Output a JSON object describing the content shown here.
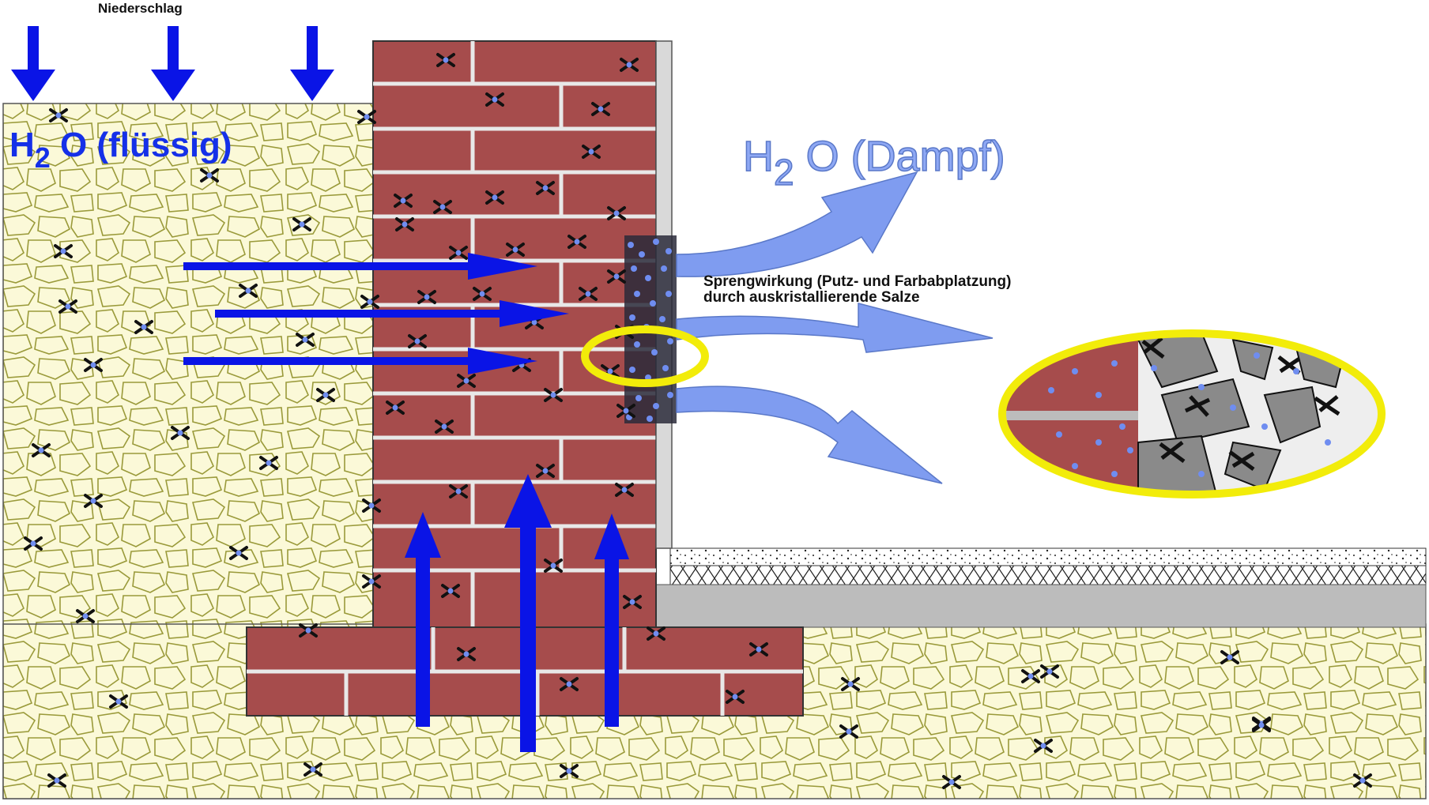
{
  "labels": {
    "precipitation": "Niederschlag",
    "liquid_h": "H",
    "liquid_sub": "2",
    "liquid_rest": " O (flüssig)",
    "vapor_h": "H",
    "vapor_sub": "2",
    "vapor_rest": " O (Dampf)",
    "note_line1": "Sprengwirkung (Putz- und Farbabplatzung)",
    "note_line2": "durch auskristallierende Salze"
  },
  "colors": {
    "soil_fill": "#fbf9d8",
    "soil_stone": "#9a9a3a",
    "brick": "#a64c4c",
    "mortar": "#e8e8e8",
    "liquid_arrow": "#0a14e6",
    "vapor_arrow": "#7f9cf0",
    "highlight_ring": "#f2ec0a",
    "salt_dot": "#6f8df0",
    "screed": "#bcbcbc"
  },
  "icons": [
    "down-arrow-icon",
    "right-arrow-icon",
    "up-arrow-icon",
    "curved-vapor-arrow-icon",
    "salt-crystal-icon",
    "magnifier-ring-icon"
  ]
}
